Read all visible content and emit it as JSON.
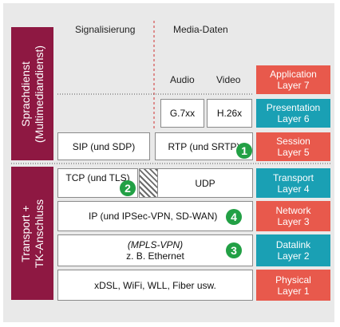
{
  "colors": {
    "session_red": "#e8594c",
    "teal": "#1aa0b4",
    "side": "#8e1842",
    "badge": "#22a045"
  },
  "headers": {
    "signalling": "Signalisierung",
    "media": "Media-Daten",
    "audio": "Audio",
    "video": "Video"
  },
  "side_labels": {
    "top_line1": "Sprachdienst",
    "top_line2": "(Multimediandienst)",
    "bottom_line1": "Transport +",
    "bottom_line2": "TK-Anschluss"
  },
  "boxes": {
    "g7xx": "G.7xx",
    "h26x": "H.26x",
    "sip": "SIP (und SDP)",
    "rtp": "RTP (und SRTP)",
    "tcp": "TCP (und TLS)",
    "udp": "UDP",
    "ip": "IP (und IPSec-VPN, SD-WAN)",
    "mpls": "(MPLS-VPN)",
    "ethernet": "z. B. Ethernet",
    "physical": "xDSL, WiFi, WLL, Fiber usw."
  },
  "layers": [
    {
      "name": "Application",
      "num": "Layer 7"
    },
    {
      "name": "Presentation",
      "num": "Layer 6"
    },
    {
      "name": "Session",
      "num": "Layer 5"
    },
    {
      "name": "Transport",
      "num": "Layer 4"
    },
    {
      "name": "Network",
      "num": "Layer 3"
    },
    {
      "name": "Datalink",
      "num": "Layer 2"
    },
    {
      "name": "Physical",
      "num": "Layer 1"
    }
  ],
  "badges": {
    "b1": "1",
    "b2": "2",
    "b3": "3",
    "b4": "4"
  }
}
